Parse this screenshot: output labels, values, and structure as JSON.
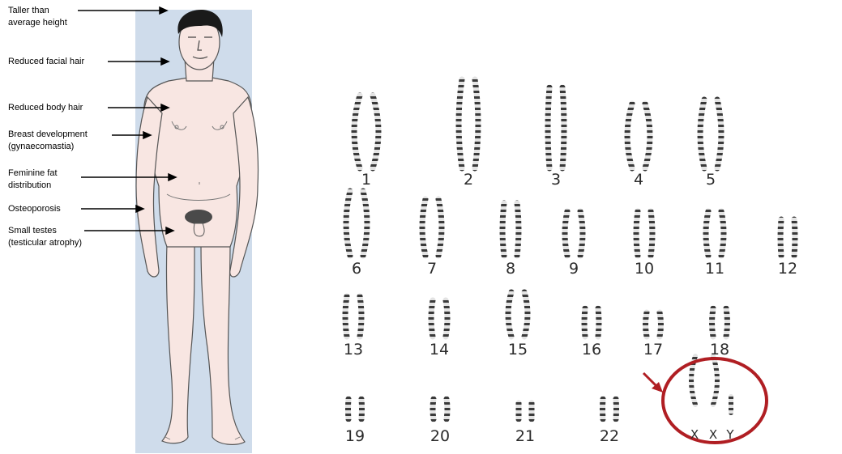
{
  "labels": [
    "Taller than\naverage height",
    "Reduced facial hair",
    "Reduced body hair",
    "Breast development\n(gynaecomastia)",
    "Feminine fat\ndistribution",
    "Osteoporosis",
    "Small testes\n(testicular atrophy)"
  ],
  "karyotype": {
    "numbers": [
      "1",
      "2",
      "3",
      "4",
      "5",
      "6",
      "7",
      "8",
      "9",
      "10",
      "11",
      "12",
      "13",
      "14",
      "15",
      "16",
      "17",
      "18",
      "19",
      "20",
      "21",
      "22"
    ],
    "sex_labels": [
      "X",
      "X",
      "Y"
    ],
    "highlight_color": "#b01e23"
  },
  "colors": {
    "panel": "#cfdceb",
    "skin": "#f8e6e2",
    "hair": "#1a1a1a"
  }
}
